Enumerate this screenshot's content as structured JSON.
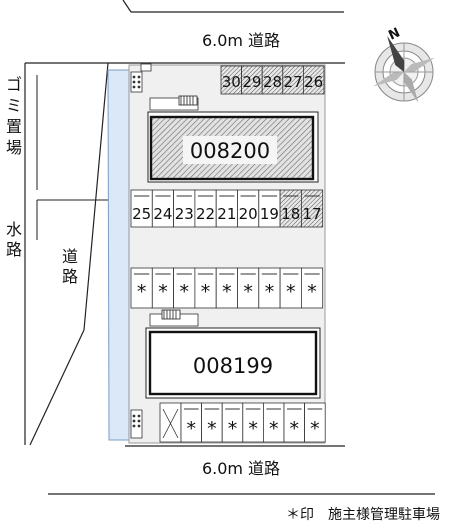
{
  "roads": {
    "top_road": "6.0m 道路",
    "bottom_road": "6.0m 道路",
    "west_road": "道路"
  },
  "side_labels": {
    "garbage_area": "ゴミ置場",
    "waterway": "水路"
  },
  "buildings": [
    {
      "id": "b1",
      "label": "008200"
    },
    {
      "id": "b2",
      "label": "008199"
    }
  ],
  "parking": {
    "top_row": [
      "30",
      "29",
      "28",
      "27",
      "26"
    ],
    "middle_row": [
      "25",
      "24",
      "23",
      "22",
      "21",
      "20",
      "19",
      "18",
      "17"
    ],
    "owner_row": [
      "*",
      "*",
      "*",
      "*",
      "*",
      "*",
      "*",
      "*",
      "*"
    ],
    "bottom_row": [
      "*",
      "*",
      "*",
      "*",
      "*",
      "*",
      "*"
    ]
  },
  "compass": {
    "north_label": "N"
  },
  "legend": {
    "text": "＊印　施主様管理駐車場"
  },
  "colors": {
    "hatched_space": "#b5b5b5",
    "building_fill": "#d9d9d9",
    "waterway_fill": "#dbe8f7",
    "lot_fill": "#f0f0f0"
  }
}
